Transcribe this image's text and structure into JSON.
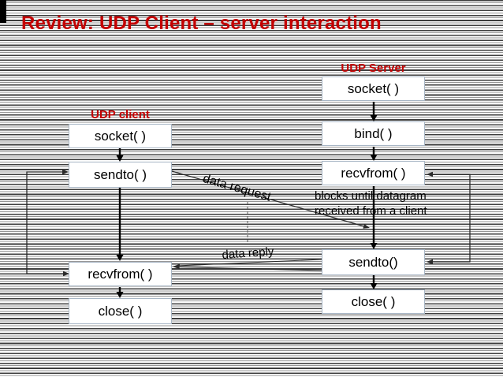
{
  "slide": {
    "title": "Review: UDP Client – server interaction",
    "accent_color": "#c40000",
    "box_border_color": "#a9b7c6"
  },
  "diagram": {
    "client": {
      "label": "UDP client",
      "boxes": [
        {
          "label": "socket( )"
        },
        {
          "label": "sendto( )"
        },
        {
          "label": "recvfrom( )"
        },
        {
          "label": "close( )"
        }
      ]
    },
    "server": {
      "label": "UDP Server",
      "boxes": [
        {
          "label": "socket( )"
        },
        {
          "label": "bind( )"
        },
        {
          "label": "recvfrom( )"
        },
        {
          "label": "sendto()"
        },
        {
          "label": "close( )"
        }
      ]
    },
    "annotations": {
      "data_request": "data request",
      "data_reply": "data reply",
      "blocks_note_line1": "blocks until datagram",
      "blocks_note_line2": "received from a client"
    }
  }
}
